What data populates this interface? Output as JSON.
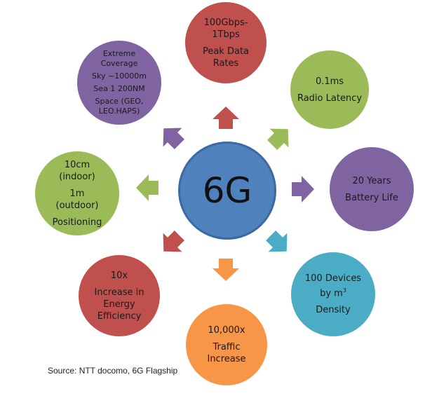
{
  "center": {
    "label": "6G"
  },
  "nodes": {
    "peak": {
      "lines": [
        "100Gbps-",
        "1Tbps",
        "Peak Data",
        "Rates"
      ]
    },
    "latency": {
      "lines": [
        "0.1ms",
        "Radio Latency"
      ]
    },
    "battery": {
      "lines": [
        "20 Years",
        "Battery Life"
      ]
    },
    "density": {
      "lines": [
        "100 Devices",
        "by m",
        "3",
        "Density"
      ]
    },
    "traffic": {
      "lines": [
        "10,000x",
        "Traffic",
        "Increase"
      ]
    },
    "energy": {
      "lines": [
        "10x",
        "Increase in",
        "Energy",
        "Efficiency"
      ]
    },
    "positioning": {
      "lines": [
        "10cm",
        "(indoor)",
        "1m",
        "(outdoor)",
        "Positioning"
      ]
    },
    "coverage": {
      "lines": [
        "Extreme",
        "Coverage",
        "Sky ~10000m",
        "Sea 1 200NM",
        "Space (GEO,",
        "LEO.HAPS)"
      ]
    }
  },
  "source": "Source: NTT docomo, 6G Flagship",
  "colors": {
    "red": "#c0504d",
    "green": "#9bbb59",
    "purple": "#8064a2",
    "blue": "#4bacc6",
    "orange": "#f79646",
    "center": "#4f81bd"
  }
}
